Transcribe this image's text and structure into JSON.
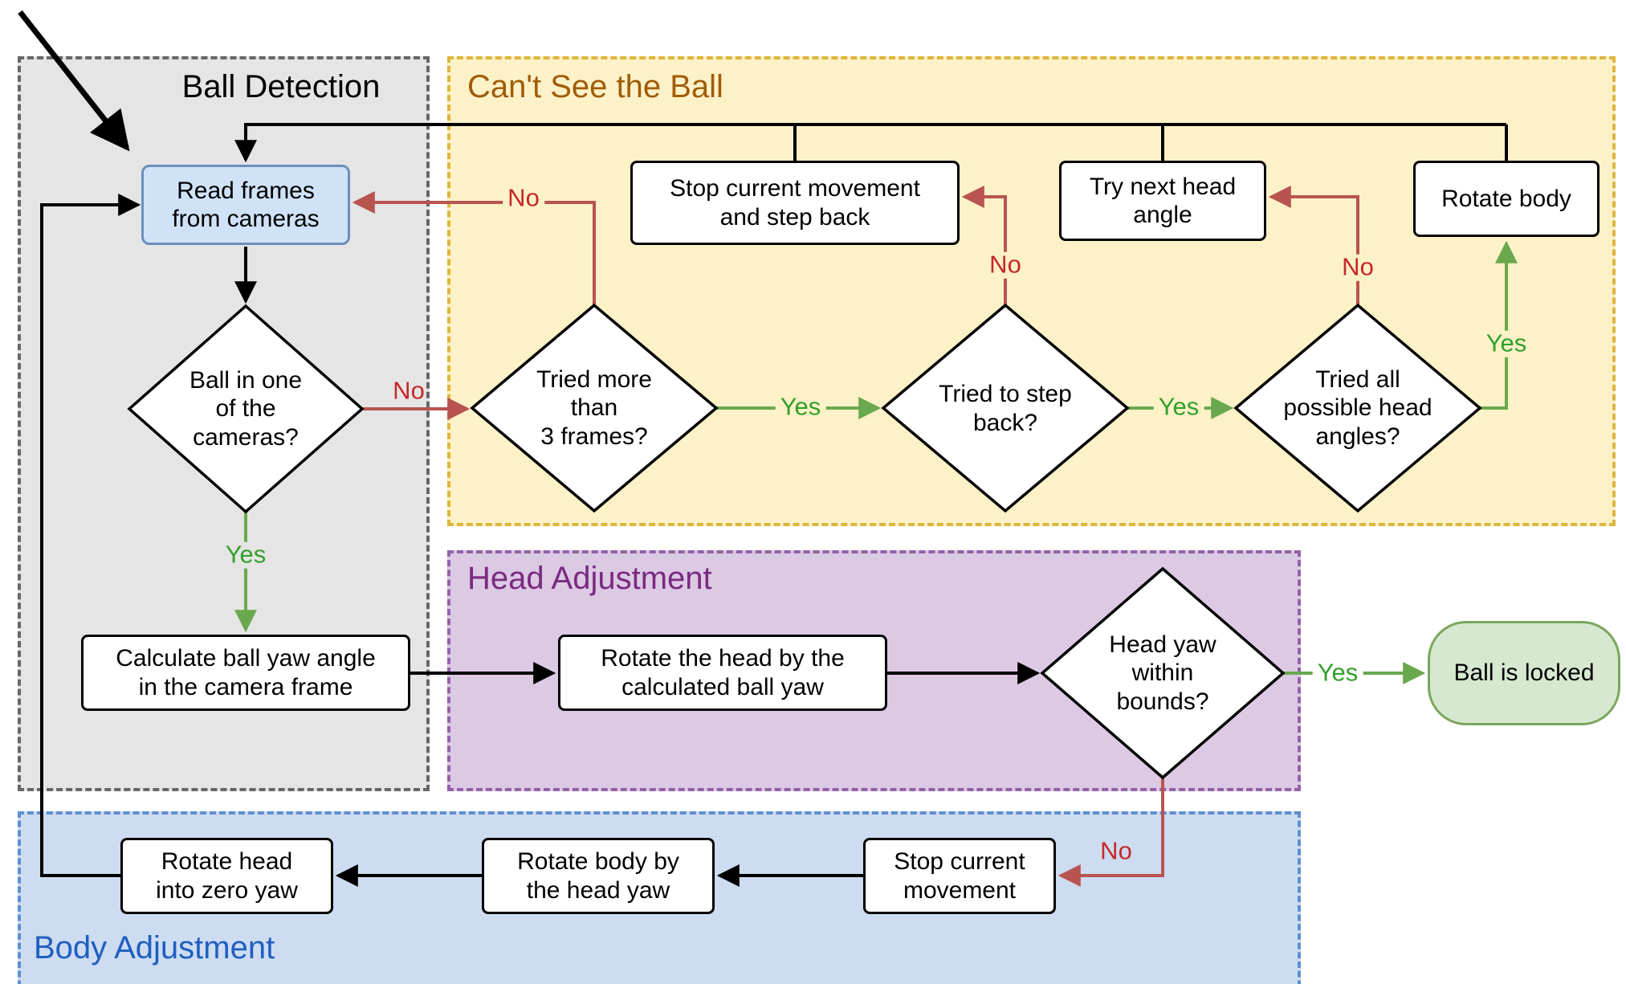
{
  "regions": {
    "ball_detection": {
      "title": "Ball Detection"
    },
    "cant_see_ball": {
      "title": "Can't See the Ball"
    },
    "head_adjustment": {
      "title": "Head Adjustment"
    },
    "body_adjustment": {
      "title": "Body Adjustment"
    }
  },
  "nodes": {
    "read_frames": {
      "label": "Read frames\nfrom cameras"
    },
    "ball_in_cameras": {
      "label": "Ball in one\nof the\ncameras?"
    },
    "calc_yaw": {
      "label": "Calculate ball yaw angle\nin the camera frame"
    },
    "tried_3_frames": {
      "label": "Tried more\nthan\n3 frames?"
    },
    "tried_step_back": {
      "label": "Tried to step\nback?"
    },
    "tried_all_angles": {
      "label": "Tried all\npossible head\nangles?"
    },
    "stop_and_step_back": {
      "label": "Stop current movement\nand step back"
    },
    "try_next_head_angle": {
      "label": "Try next head\nangle"
    },
    "rotate_body": {
      "label": "Rotate body"
    },
    "rotate_head_by_yaw": {
      "label": "Rotate the head by the\ncalculated ball yaw"
    },
    "head_yaw_in_bounds": {
      "label": "Head yaw\nwithin\nbounds?"
    },
    "ball_is_locked": {
      "label": "Ball is locked"
    },
    "stop_current_movement": {
      "label": "Stop current\nmovement"
    },
    "rotate_body_by_head_yaw": {
      "label": "Rotate body by\nthe head yaw"
    },
    "rotate_head_zero_yaw": {
      "label": "Rotate head\ninto zero yaw"
    }
  },
  "edge_labels": {
    "no_ball_not_seen": "No",
    "yes_ball_seen": "Yes",
    "no_retry_frames": "No",
    "yes_tried_3_frames": "Yes",
    "no_not_stepped_back": "No",
    "yes_stepped_back": "Yes",
    "no_more_head_angles": "No",
    "yes_tried_all_angles": "Yes",
    "yes_head_in_bounds": "Yes",
    "no_head_out_of_bounds": "No"
  },
  "colors": {
    "black": "#000000",
    "red_line": "#b85450",
    "red_label": "#c62828",
    "green_line": "#6aa84f",
    "green_label": "#33a02c",
    "gray_bg": "#e5e5e5",
    "gray_border": "#676767",
    "yellow_bg": "#fdf1c7",
    "yellow_border": "#dcb63f",
    "purple_bg": "#dcc9e3",
    "purple_border": "#9262a8",
    "blue_bg": "#cddcf1",
    "blue_border": "#5e8fd0",
    "cant_see_title": "#a05c08",
    "head_adj_title": "#7b2982",
    "body_adj_title": "#1f5fbf",
    "start_fill": "#cfe2f7",
    "start_border": "#6c8ebf",
    "end_fill": "#d6e8d0",
    "end_border": "#7aa65c"
  }
}
